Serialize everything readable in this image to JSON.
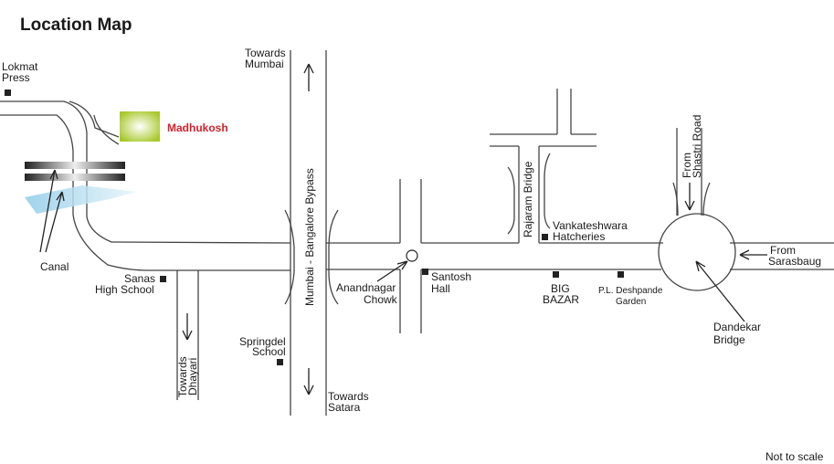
{
  "title": "Location Map",
  "note": "Not to scale",
  "colors": {
    "brand_text": "#d4202a",
    "marker": "#a8c82a",
    "canal_water": "#8fcbe8",
    "road": "#444444"
  },
  "landmarks": {
    "madhukosh": "Madhukosh",
    "lokmat": [
      "Lokmat",
      "Press"
    ],
    "canal": "Canal",
    "sanas": [
      "Sanas",
      "High School"
    ],
    "springdel": [
      "Springdel",
      "School"
    ],
    "towards_mumbai": [
      "Towards",
      "Mumbai"
    ],
    "towards_satara": [
      "Towards",
      "Satara"
    ],
    "towards_dhayari": [
      "Towards",
      "Dhayari"
    ],
    "highway": "Mumbai - Bangalore Bypass",
    "anandnagar": [
      "Anandnagar",
      "Chowk"
    ],
    "santosh": [
      "Santosh",
      "Hall"
    ],
    "big_bazar": [
      "BIG",
      "BAZAR"
    ],
    "deshpande": [
      "P.L. Deshpande",
      "Garden"
    ],
    "rajaram": "Rajaram Bridge",
    "vankateshwara": [
      "Vankateshwara",
      "Hatcheries"
    ],
    "shastri": [
      "From",
      "Shastri Road"
    ],
    "sarasbaug": [
      "From",
      "Sarasbaug"
    ],
    "dandekar": [
      "Dandekar",
      "Bridge"
    ]
  }
}
